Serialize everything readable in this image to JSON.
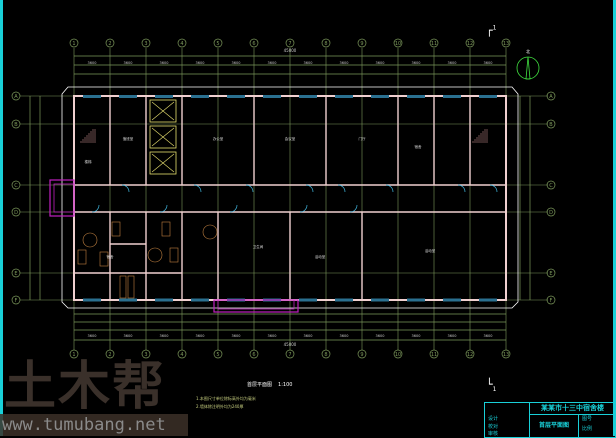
{
  "drawing": {
    "title": "首层平面图",
    "scale": "1:100",
    "overall_dimension": "45000",
    "section_mark_top": "1",
    "section_mark_bottom": "1",
    "north_label": "北"
  },
  "axes": {
    "columns": [
      "1",
      "2",
      "3",
      "4",
      "5",
      "6",
      "7",
      "8",
      "9",
      "10",
      "11",
      "12",
      "13"
    ],
    "rows": [
      "A",
      "B",
      "C",
      "D",
      "E",
      "F"
    ]
  },
  "dimensions": {
    "bay": "3600"
  },
  "rooms": [
    "楼梯",
    "值班室",
    "办公室",
    "会议室",
    "门厅",
    "卫生间",
    "宿舍",
    "活动室"
  ],
  "title_block": {
    "project": "某某市十三中宿舍楼",
    "drawing_name": "首层平面图",
    "labels": [
      "设计",
      "校对",
      "审核",
      "图号",
      "比例"
    ]
  },
  "notes": [
    "1.本图尺寸单位除标高外均为毫米",
    "2.墙体除注明外均为240厚"
  ],
  "watermark": {
    "logo_text": "土木帮",
    "url": "www.tumubang.net"
  },
  "colors": {
    "grid": "#7d9a5c",
    "wall": "#f0d0d0",
    "window": "#2a7090",
    "door": "#40b8e0",
    "accent": "#c020c0",
    "stair": "#e8e070",
    "furniture": "#c08040",
    "titleblock": "#19d0d8"
  }
}
